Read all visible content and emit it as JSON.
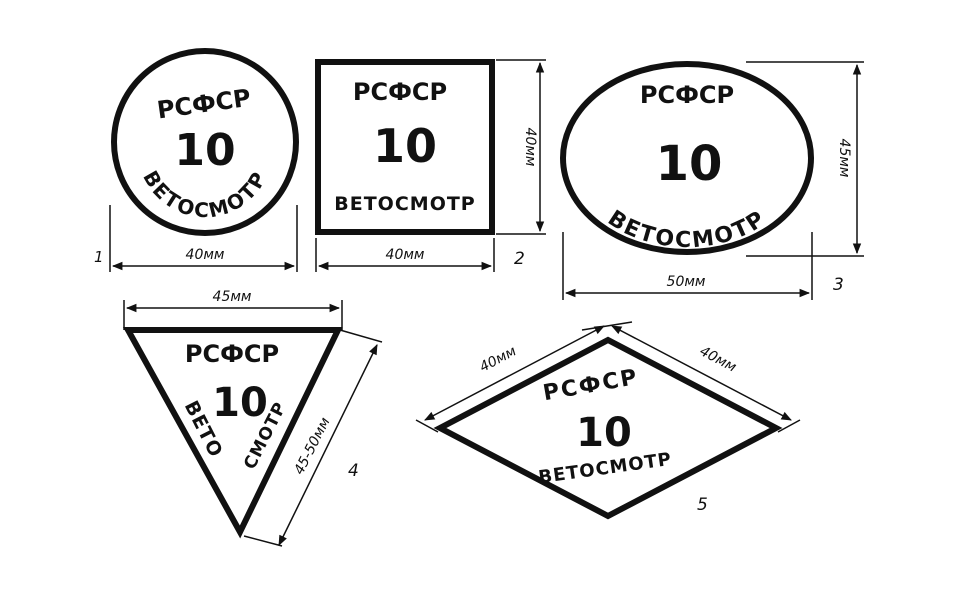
{
  "stamps": [
    {
      "header": "РСФСР",
      "number": "10",
      "footer": "ВЕТОСМОТР",
      "width_label": "40мм",
      "figure_no": "1"
    },
    {
      "header": "РСФСР",
      "number": "10",
      "footer": "ВЕТОСМОТР",
      "width_label": "40мм",
      "height_label": "40мм",
      "figure_no": "2"
    },
    {
      "header": "РСФСР",
      "number": "10",
      "footer": "ВЕТОСМОТР",
      "width_label": "50мм",
      "height_label": "45мм",
      "figure_no": "3"
    },
    {
      "header": "РСФСР",
      "number": "10",
      "footer_a": "ВЕТО",
      "footer_b": "СМОТР",
      "width_label": "45мм",
      "side_label": "45-50мм",
      "figure_no": "4"
    },
    {
      "header": "РСФСР",
      "number": "10",
      "footer": "ВЕТОСМОТР",
      "side_a_label": "40мм",
      "side_b_label": "40мм",
      "figure_no": "5"
    }
  ]
}
